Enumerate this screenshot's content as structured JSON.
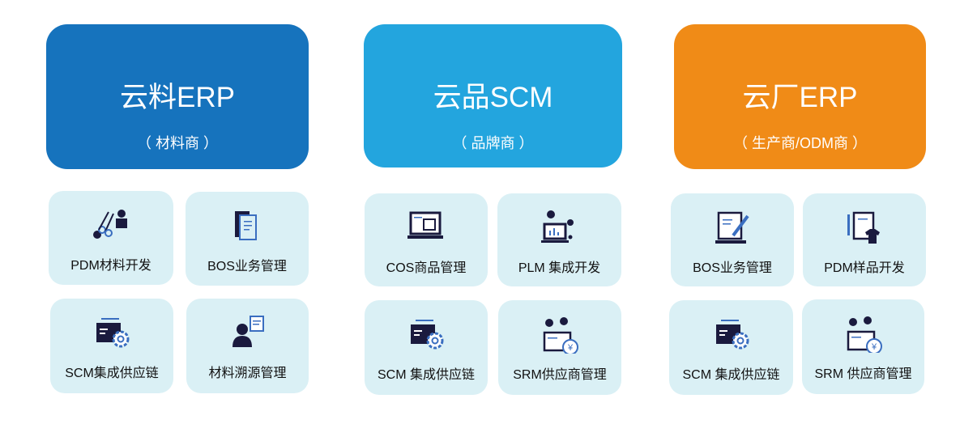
{
  "columns": [
    {
      "title": "云料ERP",
      "subtitle": "（ 材料商 ）",
      "color": "#1673bd",
      "cards": [
        {
          "label": "PDM材料开发",
          "icon": "material-rolls-person-icon"
        },
        {
          "label": "BOS业务管理",
          "icon": "clipboard-icon"
        },
        {
          "label": "SCM集成供应链",
          "icon": "folder-gear-icon"
        },
        {
          "label": "材料溯源管理",
          "icon": "person-chat-icon"
        }
      ]
    },
    {
      "title": "云品SCM",
      "subtitle": "（ 品牌商 ）",
      "color": "#23a5de",
      "cards": [
        {
          "label": "COS商品管理",
          "icon": "laptop-calendar-icon"
        },
        {
          "label": "PLM 集成开发",
          "icon": "laptop-people-icon"
        },
        {
          "label": "SCM 集成供应链",
          "icon": "folder-gear-icon"
        },
        {
          "label": "SRM供应商管理",
          "icon": "people-yen-icon"
        }
      ]
    },
    {
      "title": "云厂ERP",
      "subtitle": "（ 生产商/ODM商 ）",
      "color": "#f08b17",
      "cards": [
        {
          "label": "BOS业务管理",
          "icon": "document-pen-icon"
        },
        {
          "label": "PDM样品开发",
          "icon": "clipboard-shirt-icon"
        },
        {
          "label": "SCM 集成供应链",
          "icon": "folder-gear-icon"
        },
        {
          "label": "SRM 供应商管理",
          "icon": "people-yen-icon"
        }
      ]
    }
  ],
  "colors": {
    "card_bg": "#daf0f5",
    "icon_dark": "#1a1a3e",
    "icon_accent": "#3a6ec0"
  }
}
